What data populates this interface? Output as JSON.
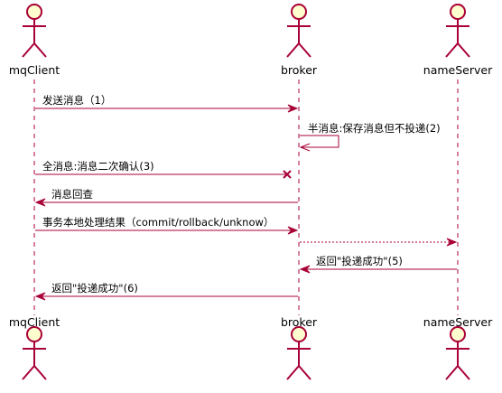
{
  "diagram": {
    "type": "sequence",
    "colors": {
      "line": "#a80036",
      "actor_fill": "#fefece",
      "text": "#000000",
      "background": "#ffffff"
    },
    "participants": [
      {
        "id": "mqClient",
        "label": "mqClient",
        "kind": "actor"
      },
      {
        "id": "broker",
        "label": "broker",
        "kind": "actor"
      },
      {
        "id": "nameServer",
        "label": "nameServer",
        "kind": "actor"
      }
    ],
    "messages": [
      {
        "from": "mqClient",
        "to": "broker",
        "label": "发送消息（1）",
        "style": "solid",
        "end": "arrow"
      },
      {
        "from": "broker",
        "to": "broker",
        "label": "半消息:保存消息但不投递(2)",
        "style": "solid",
        "end": "arrow"
      },
      {
        "from": "mqClient",
        "to": "broker",
        "label": "全消息:消息二次确认(3)",
        "style": "solid",
        "end": "lost"
      },
      {
        "from": "broker",
        "to": "mqClient",
        "label": "消息回查",
        "style": "solid",
        "end": "arrow"
      },
      {
        "from": "mqClient",
        "to": "broker",
        "label": "事务本地处理结果（commit/rollback/unknow）",
        "style": "solid",
        "end": "arrow"
      },
      {
        "from": "broker",
        "to": "nameServer",
        "label": "",
        "style": "dashed",
        "end": "arrow"
      },
      {
        "from": "nameServer",
        "to": "broker",
        "label": "返回\"投递成功\"(5)",
        "style": "solid",
        "end": "arrow"
      },
      {
        "from": "broker",
        "to": "mqClient",
        "label": "返回\"投递成功\"(6)",
        "style": "solid",
        "end": "arrow"
      }
    ]
  }
}
